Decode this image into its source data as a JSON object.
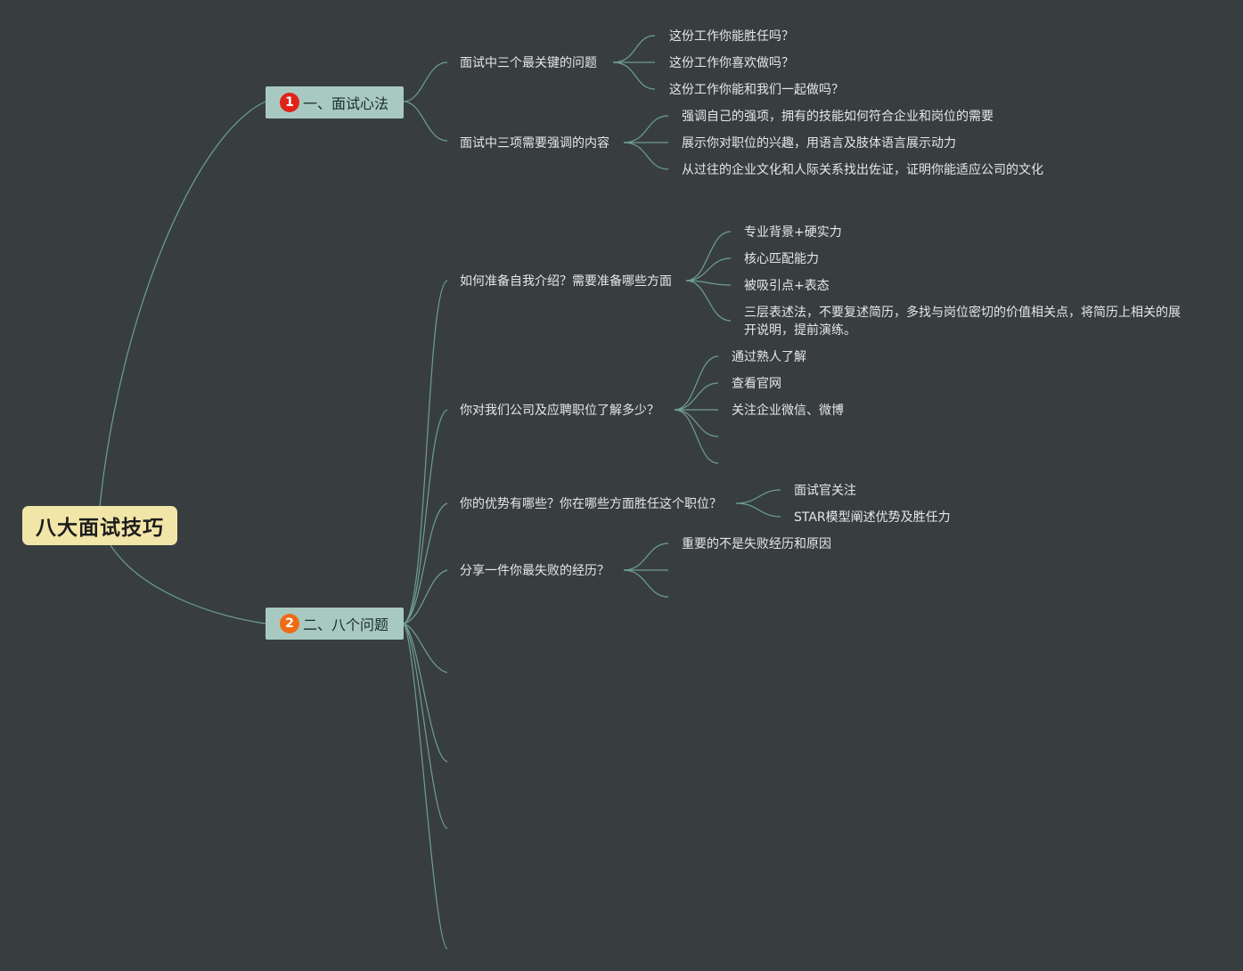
{
  "root": {
    "label": "八大面试技巧"
  },
  "colors": {
    "background": "#383e40",
    "link": "#6f9e93",
    "root_fill": "#f2e5a8",
    "main_fill": "#a8c9c1",
    "badge1": "#e2231a",
    "badge2": "#f06a14"
  },
  "main": [
    {
      "badge": "1",
      "label": "一、面试心法",
      "children": [
        {
          "label": "面试中三个最关键的问题",
          "children": [
            "这份工作你能胜任吗？",
            "这份工作你喜欢做吗？",
            "这份工作你能和我们一起做吗？"
          ]
        },
        {
          "label": "面试中三项需要强调的内容",
          "children": [
            "强调自己的强项，拥有的技能如何符合企业和岗位的需要",
            "展示你对职位的兴趣，用语言及肢体语言展示动力",
            "从过往的企业文化和人际关系找出佐证，证明你能适应公司的文化"
          ]
        }
      ]
    },
    {
      "badge": "2",
      "label": "二、八个问题",
      "children": [
        {
          "label": "如何准备自我介绍？需要准备哪些方面",
          "children": [
            "专业背景+硬实力",
            "核心匹配能力",
            "被吸引点+表态",
            "三层表述法，不要复述简历，多找与岗位密切的价值相关点，将简历上相关的展开说明，提前演练。"
          ]
        },
        {
          "label": "你对我们公司及应聘职位了解多少？",
          "children": [
            "通过熟人了解",
            "查看官网",
            "关注企业微信、微博",
            "",
            ""
          ]
        },
        {
          "label": "你的优势有哪些？你在哪些方面胜任这个职位？",
          "children": [
            "面试官关注",
            "STAR模型阐述优势及胜任力"
          ]
        },
        {
          "label": "分享一件你最失败的经历？",
          "children": [
            "重要的不是失败经历和原因",
            "",
            ""
          ]
        },
        {
          "label": "",
          "children": []
        },
        {
          "label": "",
          "children": []
        },
        {
          "label": "",
          "children": []
        },
        {
          "label": "",
          "children": []
        }
      ]
    }
  ]
}
